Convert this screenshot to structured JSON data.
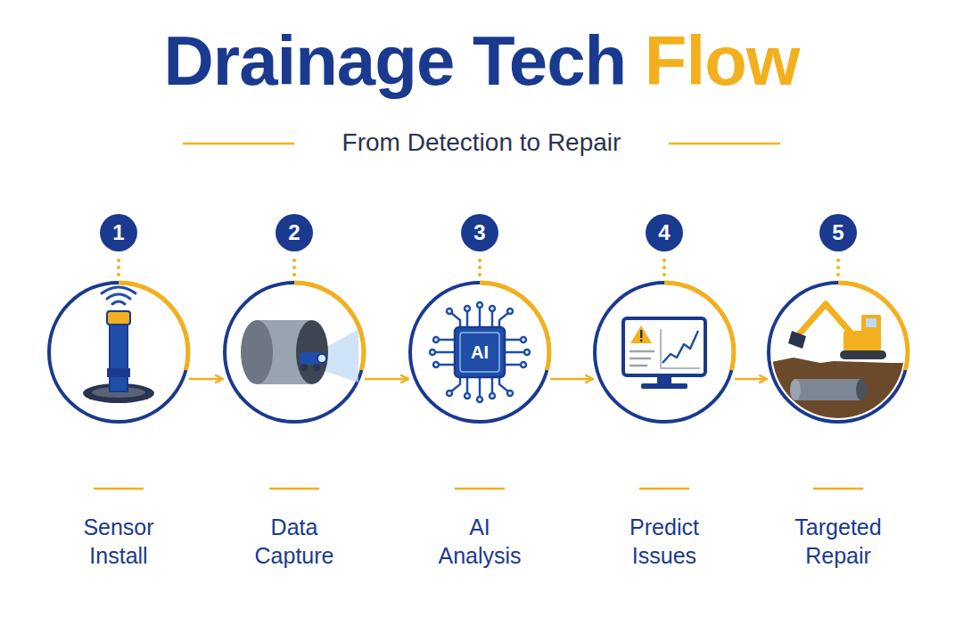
{
  "diagram": {
    "title": "Drainage Tech Flow",
    "caption": "From Detection to Repair",
    "nodes": [
      {
        "text": [
          "1",
          "Sensor Install"
        ]
      },
      {
        "text": [
          "2",
          "Data Capture"
        ]
      },
      {
        "text": [
          "3",
          "AI Analysis"
        ]
      },
      {
        "text": [
          "4",
          "Predict Issues"
        ]
      },
      {
        "text": [
          "5",
          "Targeted Repair"
        ]
      }
    ],
    "edges": [
      {
        "from": 0,
        "to": 1,
        "arrow": "to"
      },
      {
        "from": 1,
        "to": 2,
        "arrow": "to"
      },
      {
        "from": 2,
        "to": 3,
        "arrow": "to"
      },
      {
        "from": 3,
        "to": 4,
        "arrow": "to"
      }
    ],
    "labels": [
      "AI"
    ]
  }
}
